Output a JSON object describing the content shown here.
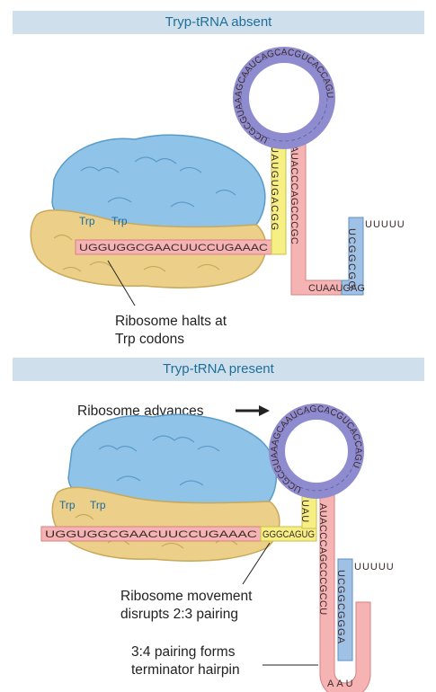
{
  "top": {
    "header": "Tryp-tRNA absent",
    "trp1": "Trp",
    "trp2": "Trp",
    "leader_seq": "UGGUGGCGAACUUCCUGAAAC",
    "stem2": "UAUGUGACGG",
    "stem3": "AUACCCAGCCCGC",
    "bottom_seq": "CUAAUGAG",
    "stem4": "UCGGCGG",
    "tail": "UUUUU",
    "loop": "UCGCGUAAAGCAAUCAGCACGUCACCAGU",
    "caption_line1": "Ribosome halts at",
    "caption_line2": "Trp codons"
  },
  "bottom": {
    "header": "Tryp-tRNA present",
    "arrow_label": "Ribosome advances",
    "trp1": "Trp",
    "trp2": "Trp",
    "leader_seq": "UGGUGGCGAACUUCCUGAAAC",
    "yellow_seq": "GGGCAGUG",
    "stem2": "UAU",
    "stem3": "AUACCCAGCCCGCCU",
    "stem4": "UCGGCGGGA",
    "hairpin_loop": "AAU",
    "tail": "UUUUU",
    "loop": "UCGCGUAAAGCAAUCAGCACGUCACCAGU",
    "caption1_line1": "Ribosome movement",
    "caption1_line2": "disrupts 2:3 pairing",
    "caption2_line1": "3:4 pairing forms",
    "caption2_line2": "terminator hairpin"
  }
}
